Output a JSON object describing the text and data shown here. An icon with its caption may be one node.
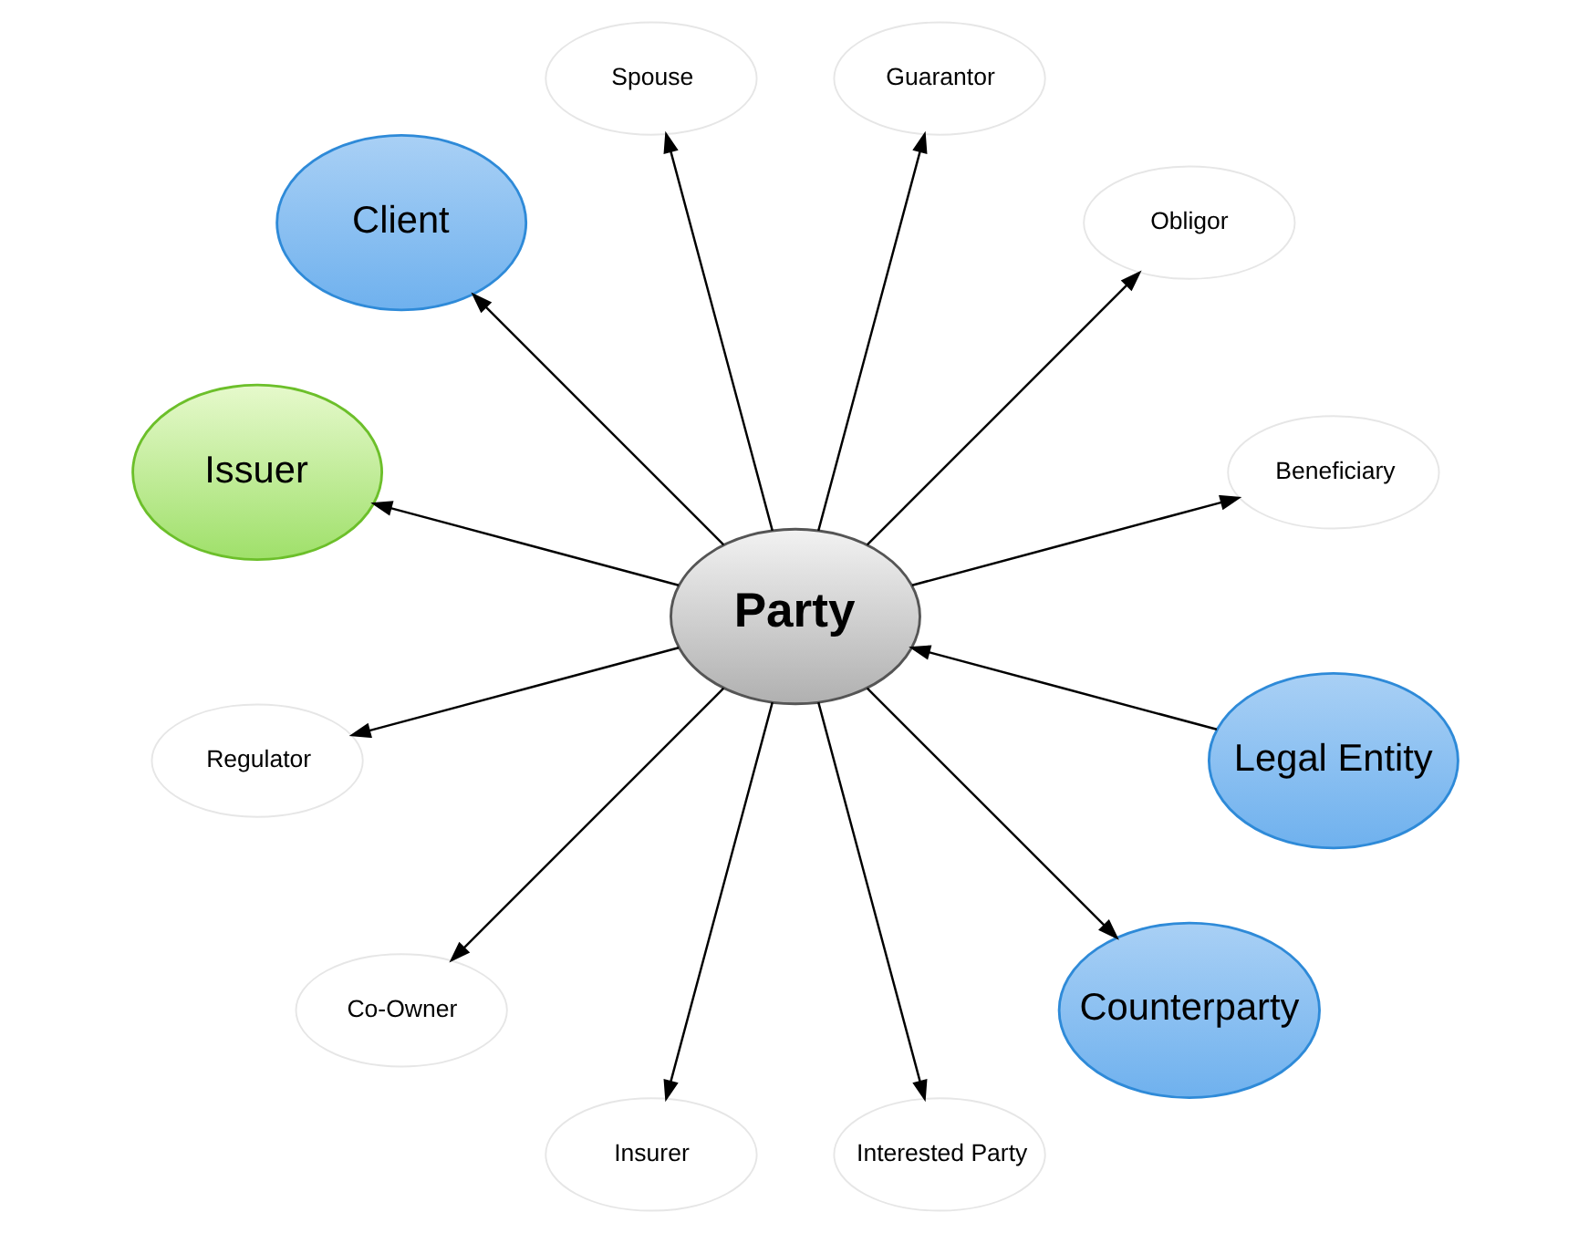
{
  "diagram": {
    "nodes": [
      {
        "text": [
          "Legal Entity"
        ]
      },
      {
        "text": [
          "Beneficiary"
        ]
      },
      {
        "text": [
          "Obligor"
        ]
      },
      {
        "text": [
          "Guarantor"
        ]
      },
      {
        "text": [
          "Spouse"
        ]
      },
      {
        "text": [
          "Client"
        ]
      },
      {
        "text": [
          "Party"
        ]
      },
      {
        "text": [
          "Issuer"
        ]
      },
      {
        "text": [
          "Regulator"
        ]
      },
      {
        "text": [
          "Co-Owner"
        ]
      },
      {
        "text": [
          "Insurer"
        ]
      },
      {
        "text": [
          "Interested Party"
        ]
      },
      {
        "text": [
          "Counterparty"
        ]
      }
    ],
    "edges": [
      {
        "from": 0,
        "to": 6,
        "arrow": "to"
      },
      {
        "from": 6,
        "to": 1,
        "arrow": "to"
      },
      {
        "from": 6,
        "to": 4,
        "arrow": "to"
      },
      {
        "from": 6,
        "to": 2,
        "arrow": "to"
      },
      {
        "from": 6,
        "to": 3,
        "arrow": "to"
      },
      {
        "from": 6,
        "to": 5,
        "arrow": "to"
      },
      {
        "from": 6,
        "to": 7,
        "arrow": "to"
      },
      {
        "from": 6,
        "to": 8,
        "arrow": "to"
      },
      {
        "from": 6,
        "to": 10,
        "arrow": "to"
      },
      {
        "from": 6,
        "to": 12,
        "arrow": "to"
      },
      {
        "from": 6,
        "to": 9,
        "arrow": "to"
      },
      {
        "from": 6,
        "to": 11,
        "arrow": "to"
      }
    ]
  }
}
